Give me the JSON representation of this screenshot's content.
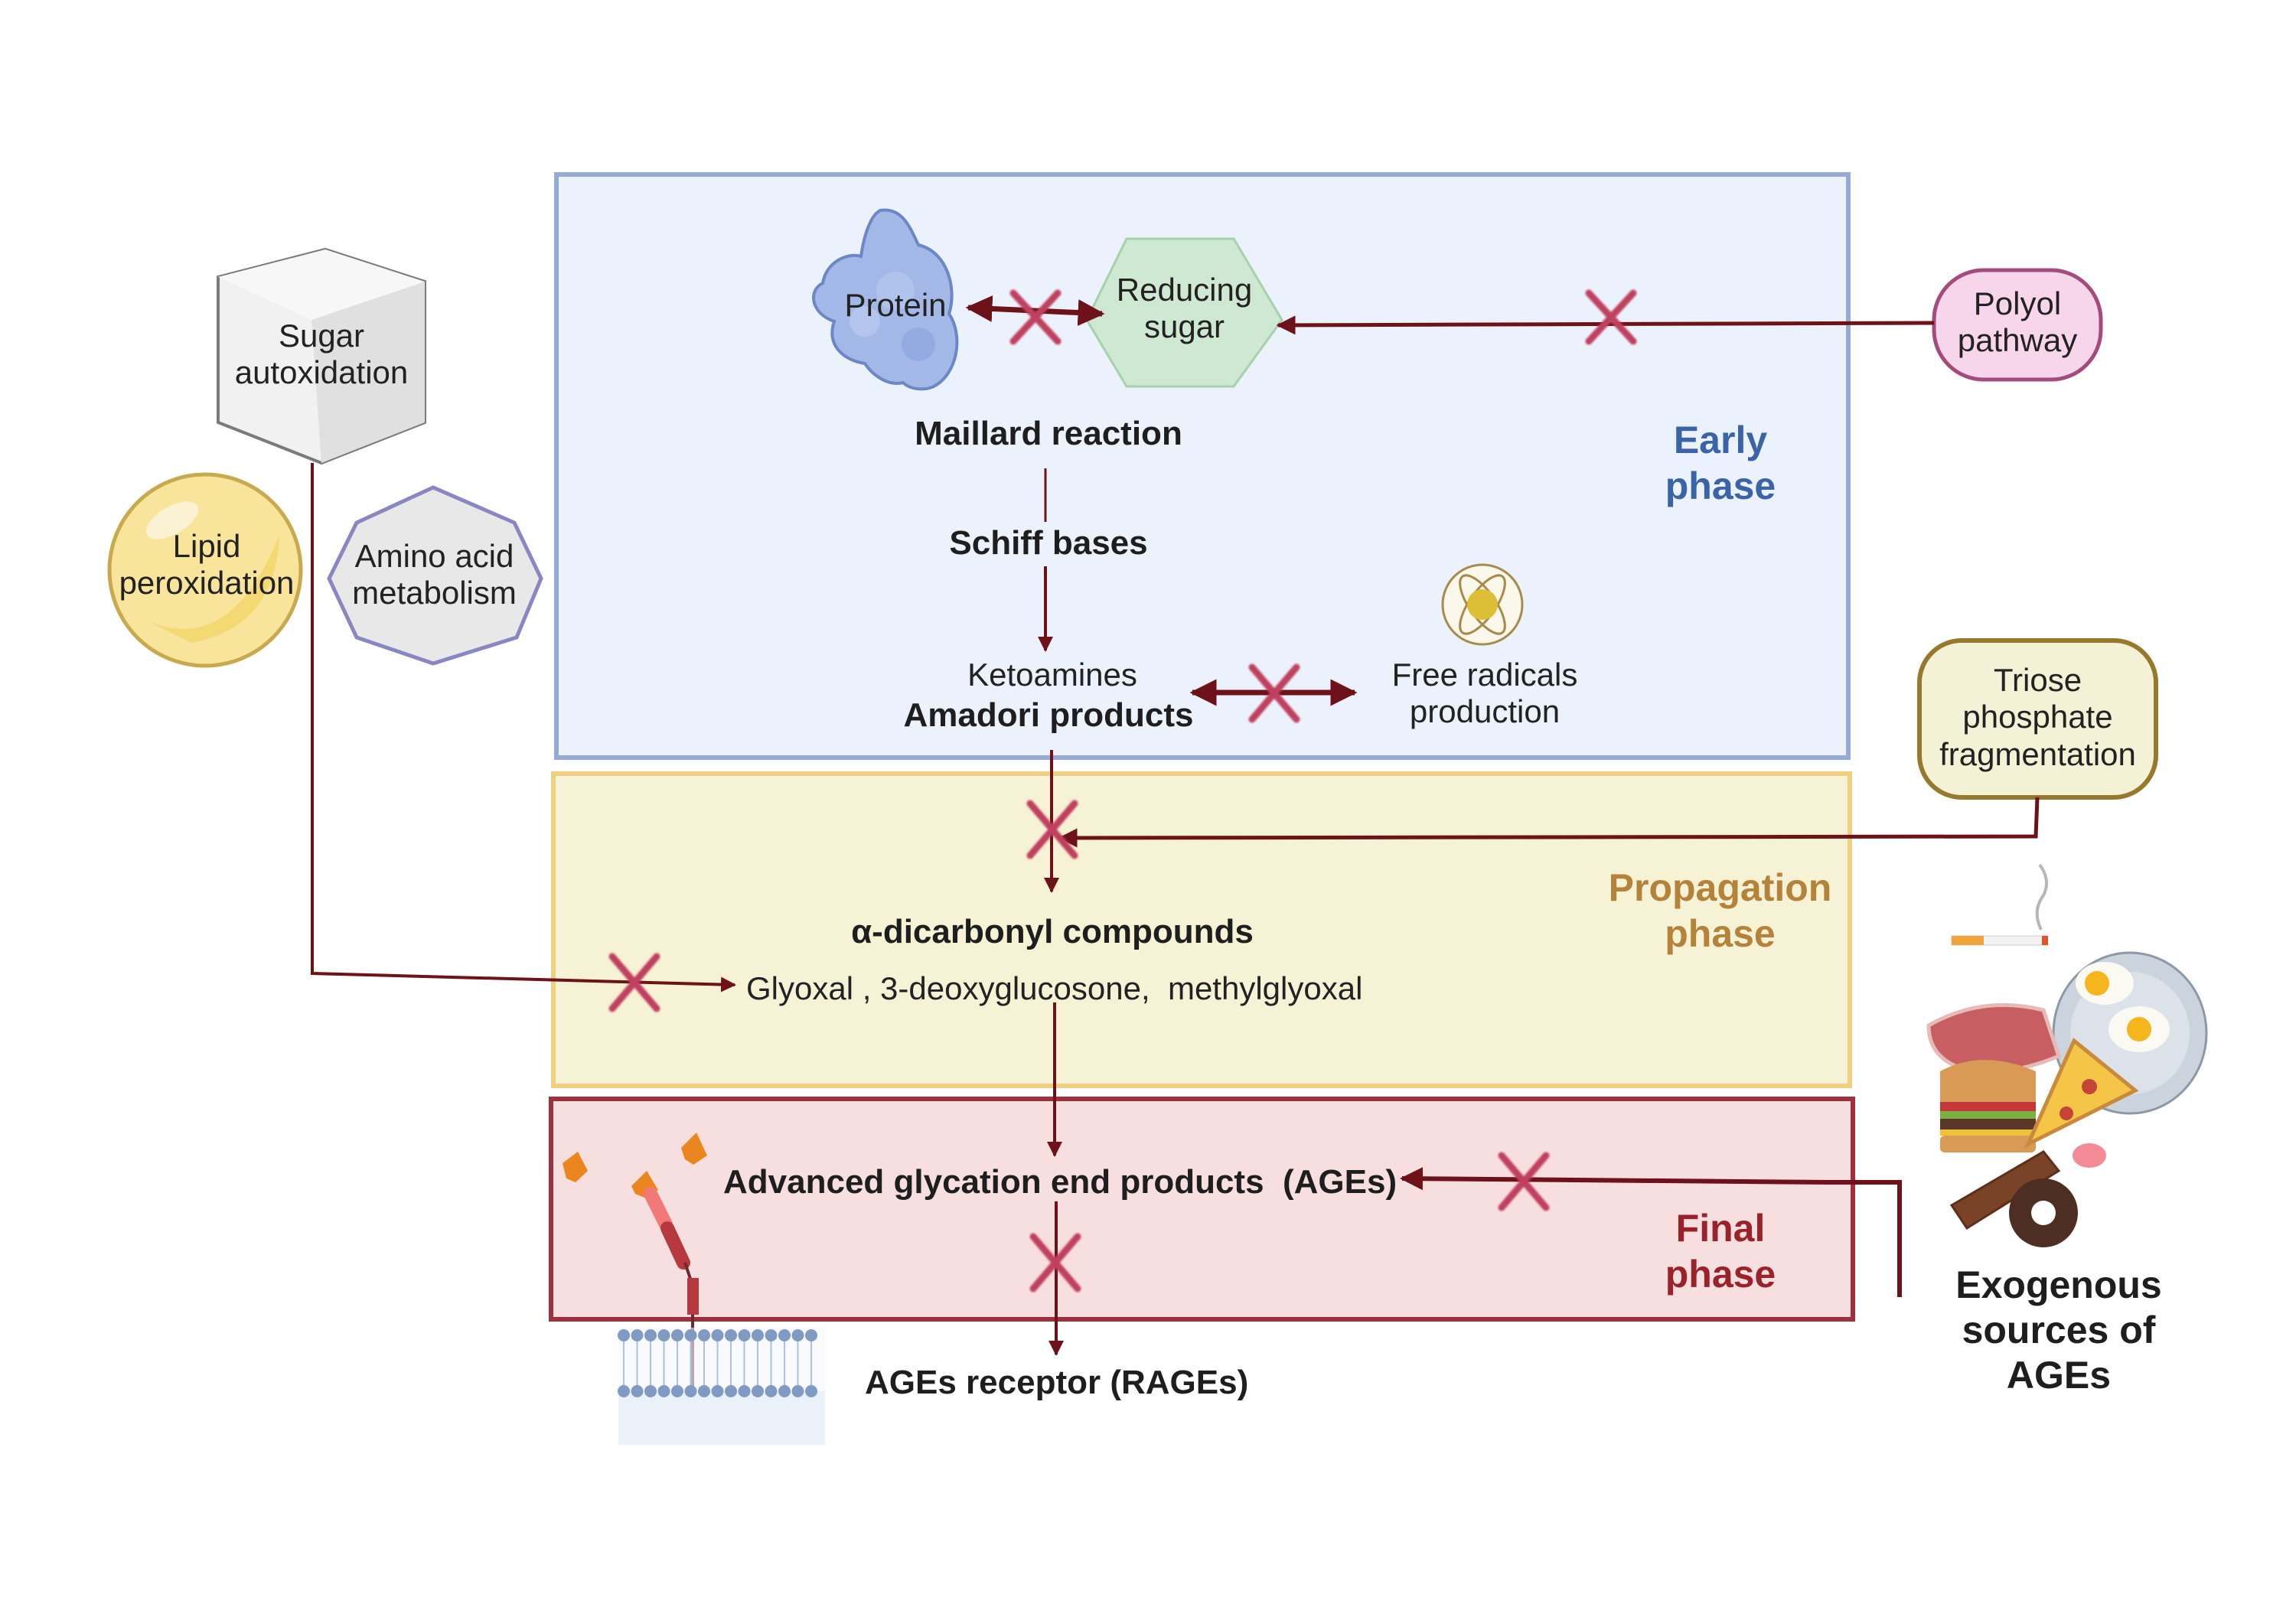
{
  "colors": {
    "arrow": "#6e1219",
    "block_x": "#c0405f",
    "early_fill": "#ecf2fb",
    "early_border": "#95abd6",
    "early_label": "#3b63a8",
    "prop_fill": "#f5f2d6",
    "prop_border": "#f0cf7e",
    "prop_label": "#b5823a",
    "final_fill": "#f8dfdf",
    "final_border": "#a0303b",
    "final_label": "#9a222b"
  },
  "phases": {
    "early": "Early\nphase",
    "propagation": "Propagation\nphase",
    "final": "Final\nphase"
  },
  "nodes": {
    "protein": "Protein",
    "reducing_sugar": "Reducing\nsugar",
    "polyol": "Polyol\npathway",
    "maillard": "Maillard reaction",
    "schiff": "Schiff bases",
    "ketoamines": "Ketoamines",
    "amadori": "Amadori products",
    "free_radicals": "Free radicals\nproduction",
    "sugar_autox": "Sugar\nautoxidation",
    "lipid": "Lipid\nperoxidation",
    "amino": "Amino acid\nmetabolism",
    "triose": "Triose\nphosphate\nfragmentation",
    "dicarbonyl": "α-dicarbonyl compounds",
    "dicarbonyl_list": "Glyoxal , 3-deoxyglucosone,  methylglyoxal",
    "ages": "Advanced glycation end products  (AGEs)",
    "rages": "AGEs receptor (RAGEs)",
    "exogenous": "Exogenous\nsources of\nAGEs"
  },
  "icons": {
    "protein": "protein-blob-icon",
    "sugar_cube": "sugar-cube-icon",
    "lipid_droplet": "lipid-droplet-icon",
    "free_radical": "atom-icon",
    "membrane": "cell-membrane-icon",
    "receptor": "rage-receptor-icon",
    "ages_molecule": "ages-molecule-icon",
    "food": "junk-food-icon",
    "cigarette": "cigarette-icon",
    "block": "inhibition-x-icon"
  }
}
